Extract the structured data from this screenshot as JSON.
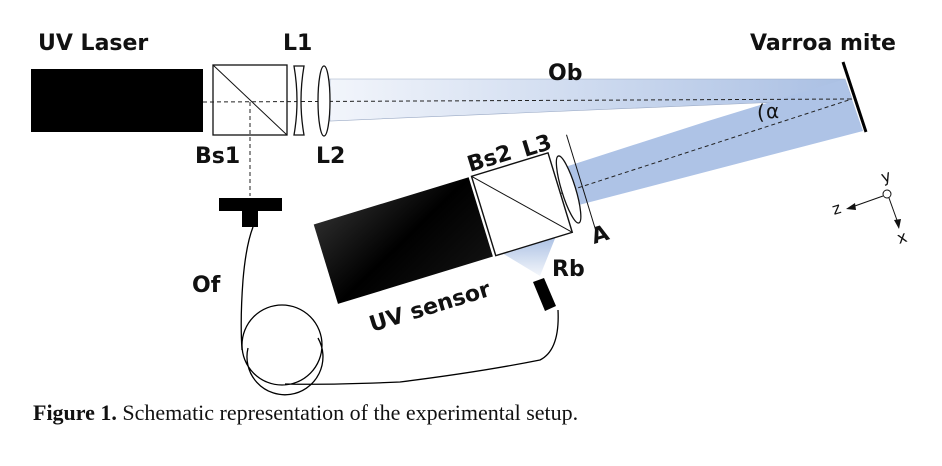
{
  "figure": {
    "labels": {
      "uv_laser": "UV Laser",
      "l1": "L1",
      "l2": "L2",
      "bs1": "Bs1",
      "ob": "Ob",
      "varroa_mite": "Varroa mite",
      "alpha": "α",
      "bs2": "Bs2",
      "l3": "L3",
      "a": "A",
      "rb": "Rb",
      "of": "Of",
      "uv_sensor": "UV sensor"
    },
    "axes": {
      "x": "x",
      "y": "y",
      "z": "z"
    },
    "colors": {
      "beam": "#a9bfe3",
      "beam_light": "#eef2fa",
      "component": "#000000"
    }
  },
  "caption": {
    "prefix": "Figure 1.",
    "text": "Schematic representation of the experimental setup."
  }
}
